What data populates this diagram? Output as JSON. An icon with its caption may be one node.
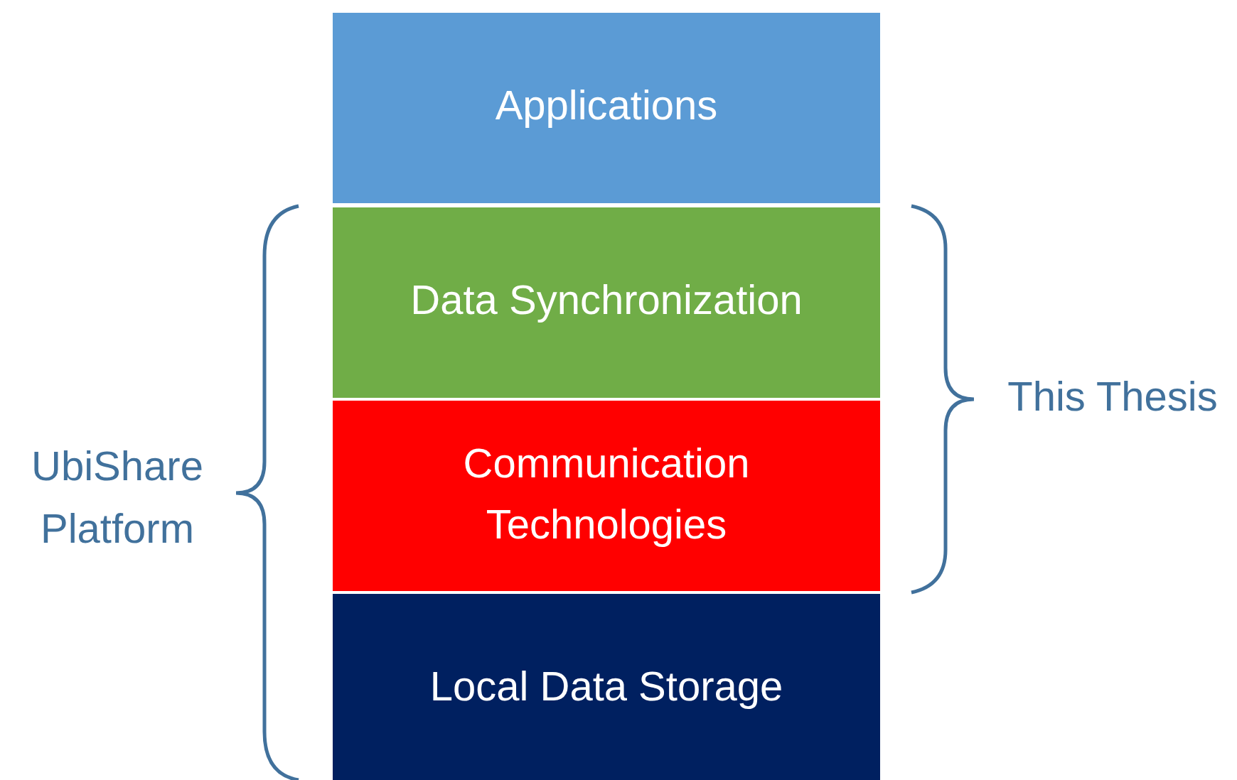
{
  "diagram": {
    "nodes": [
      {
        "text": [
          "Applications"
        ]
      },
      {
        "text": [
          "Data Synchronization"
        ]
      },
      {
        "text": [
          "Communication Technologies"
        ]
      },
      {
        "text": [
          "Local Data Storage"
        ]
      }
    ],
    "edges": [],
    "labels": [
      "UbiShare Platform",
      "This Thesis"
    ]
  }
}
